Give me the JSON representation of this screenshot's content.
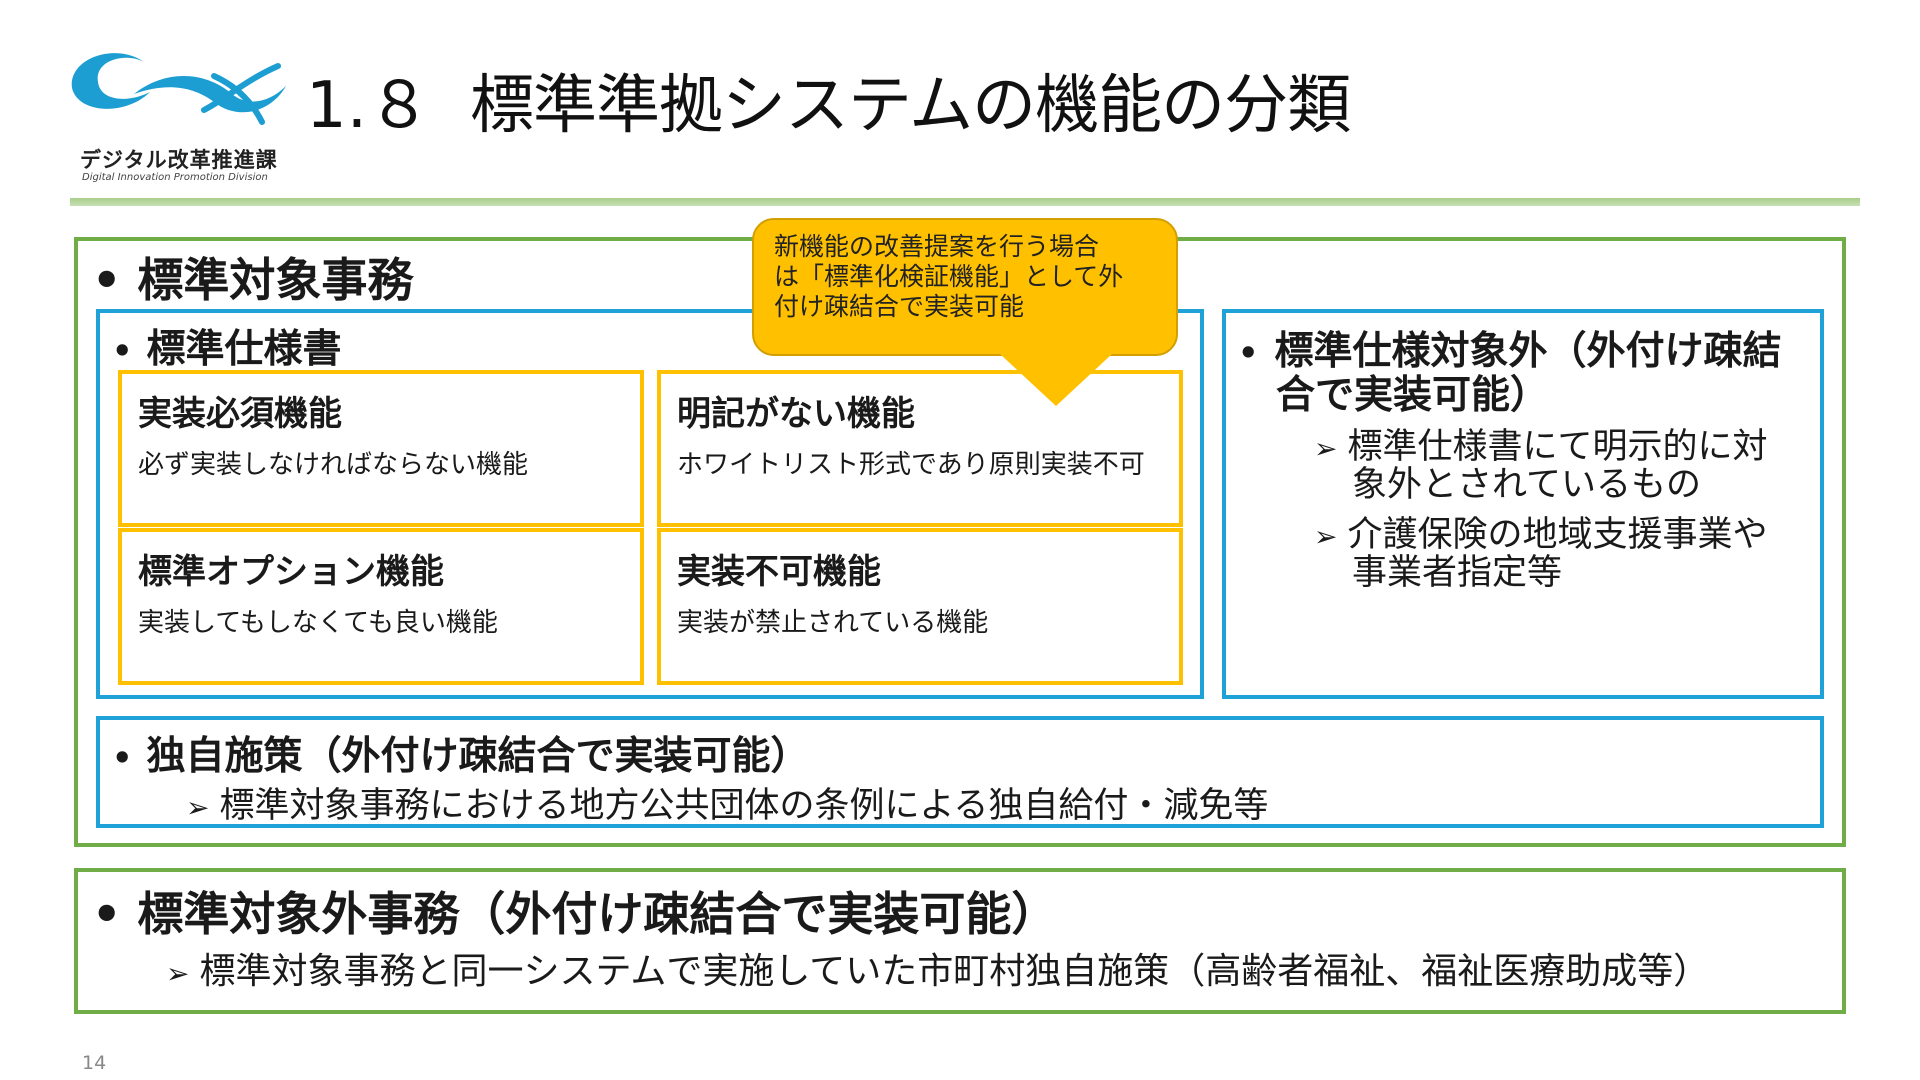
{
  "header": {
    "logo_jp": "デジタル改革推進課",
    "logo_en": "Digital Innovation Promotion Division",
    "title_number": "1.８",
    "title_text": "標準準拠システムの機能の分類"
  },
  "bullet_char": "•",
  "arrow_char": "➢",
  "callout": {
    "lines": [
      "新機能の改善提案を行う場合",
      "は「標準化検証機能」として外",
      "付け疎結合で実装可能"
    ]
  },
  "standard_scope": {
    "heading": "標準対象事務",
    "spec": {
      "heading": "標準仕様書",
      "cells": [
        {
          "title": "実装必須機能",
          "desc": "必ず実装しなければならない機能"
        },
        {
          "title": "明記がない機能",
          "desc": "ホワイトリスト形式であり原則実装不可"
        },
        {
          "title": "標準オプション機能",
          "desc": "実装してもしなくても良い機能"
        },
        {
          "title": "実装不可機能",
          "desc": "実装が禁止されている機能"
        }
      ]
    },
    "out_of_spec": {
      "heading_lines": [
        "標準仕様対象外（外付け疎結",
        "合で実装可能）"
      ],
      "items": [
        {
          "lines": [
            "標準仕様書にて明示的に対",
            "象外とされているもの"
          ]
        },
        {
          "lines": [
            "介護保険の地域支援事業や",
            "事業者指定等"
          ]
        }
      ]
    },
    "own_policy": {
      "heading": "独自施策（外付け疎結合で実装可能）",
      "item": "標準対象事務における地方公共団体の条例による独自給付・減免等"
    }
  },
  "non_standard": {
    "heading": "標準対象外事務（外付け疎結合で実装可能）",
    "item": "標準対象事務と同一システムで実施していた市町村独自施策（高齢者福祉、福祉医療助成等）"
  },
  "page_number": "14",
  "colors": {
    "green": "#70ad47",
    "blue": "#1fa2d8",
    "yellow": "#ffc000",
    "logo_blue": "#1d9ed3"
  }
}
